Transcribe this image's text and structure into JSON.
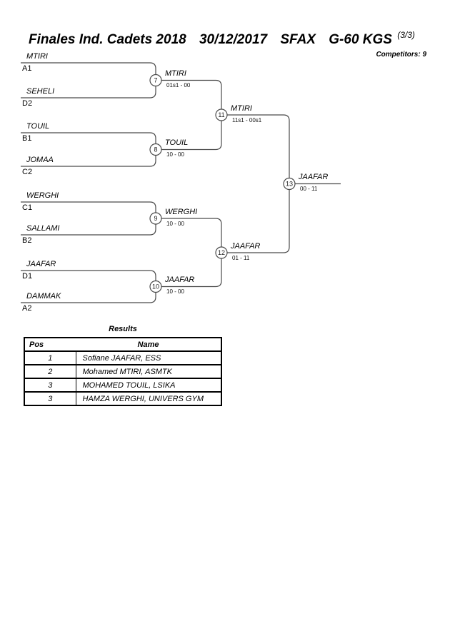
{
  "header": {
    "event": "Finales Ind. Cadets 2018",
    "date": "30/12/2017",
    "venue": "SFAX",
    "category": "G-60 KGS",
    "sheet": "(3/3)",
    "competitors": "Competitors: 9"
  },
  "bracket": {
    "round1": [
      {
        "match_no": "7",
        "top": {
          "name": "MTIRI",
          "seed": "A1"
        },
        "bottom": {
          "name": "SEHELI",
          "seed": "D2"
        },
        "winner": "MTIRI",
        "score": "01s1 - 00"
      },
      {
        "match_no": "8",
        "top": {
          "name": "TOUIL",
          "seed": "B1"
        },
        "bottom": {
          "name": "JOMAA",
          "seed": "C2"
        },
        "winner": "TOUIL",
        "score": "10 - 00"
      },
      {
        "match_no": "9",
        "top": {
          "name": "WERGHI",
          "seed": "C1"
        },
        "bottom": {
          "name": "SALLAMI",
          "seed": "B2"
        },
        "winner": "WERGHI",
        "score": "10 - 00"
      },
      {
        "match_no": "10",
        "top": {
          "name": "JAAFAR",
          "seed": "D1"
        },
        "bottom": {
          "name": "DAMMAK",
          "seed": "A2"
        },
        "winner": "JAAFAR",
        "score": "10 - 00"
      }
    ],
    "semifinals": [
      {
        "match_no": "11",
        "winner": "MTIRI",
        "score": "11s1 - 00s1"
      },
      {
        "match_no": "12",
        "winner": "JAAFAR",
        "score": "01 - 11"
      }
    ],
    "final": {
      "match_no": "13",
      "winner": "JAAFAR",
      "score": "00 - 11"
    }
  },
  "results": {
    "title": "Results",
    "columns": [
      "Pos",
      "Name"
    ],
    "rows": [
      {
        "pos": "1",
        "name": "Sofiane JAAFAR, ESS"
      },
      {
        "pos": "2",
        "name": "Mohamed MTIRI, ASMTK"
      },
      {
        "pos": "3",
        "name": "MOHAMED TOUIL, LSIKA"
      },
      {
        "pos": "3",
        "name": "HAMZA WERGHI, UNIVERS GYM"
      }
    ]
  },
  "colors": {
    "line": "#4a4a4a",
    "text": "#000000",
    "background": "#ffffff"
  }
}
